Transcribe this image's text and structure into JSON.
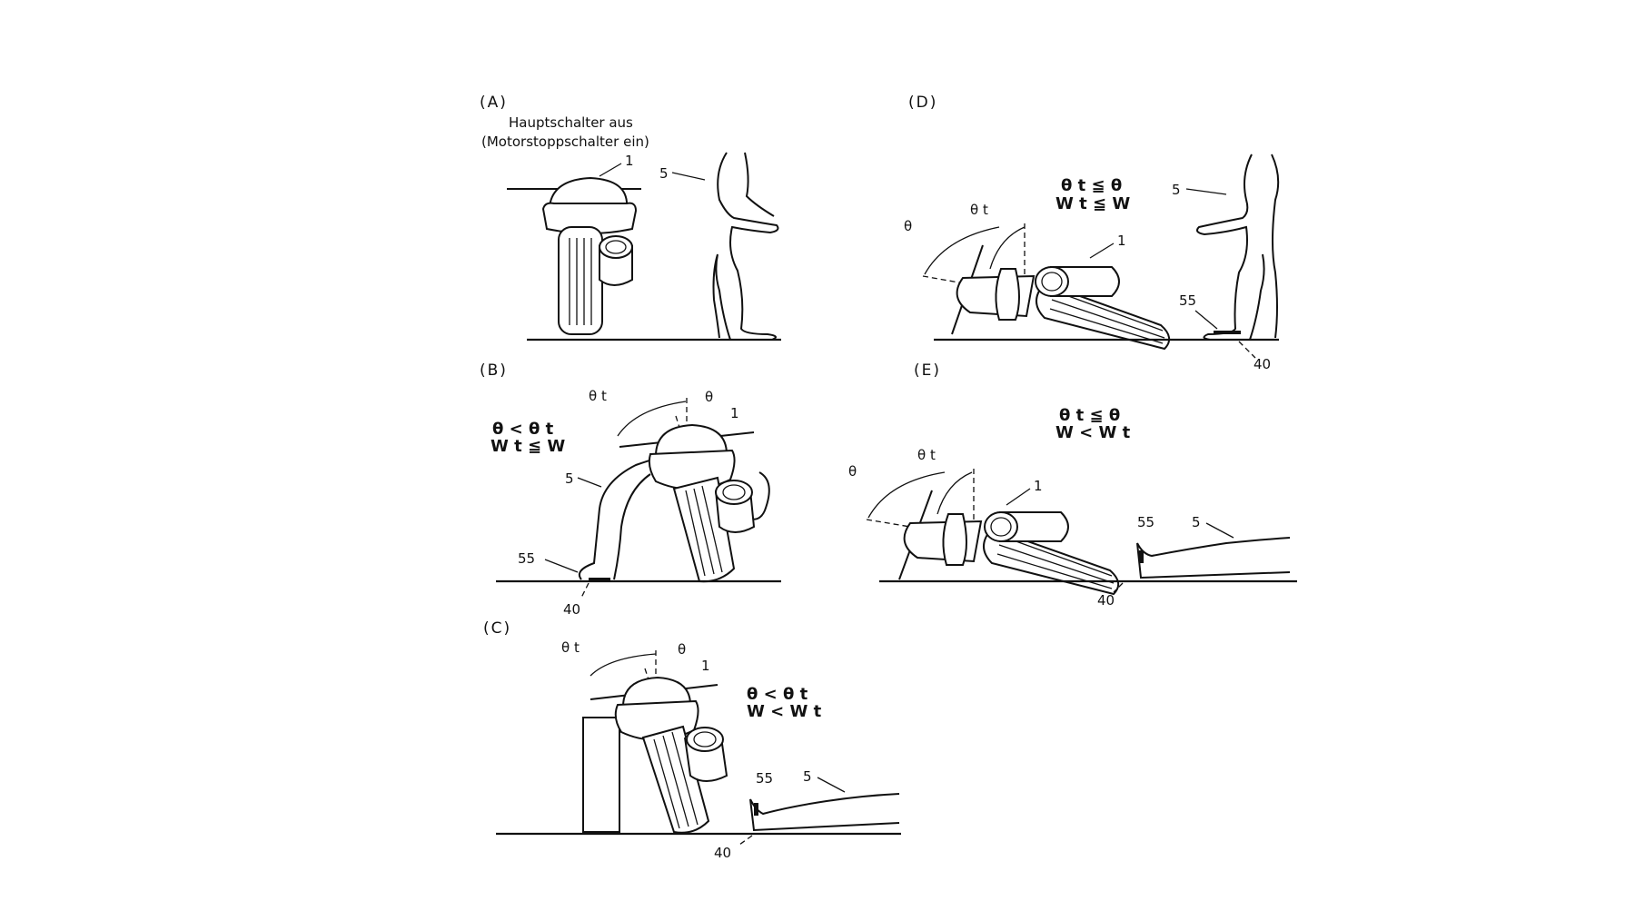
{
  "panels": {
    "A": {
      "caption": "(A)",
      "note_line1": "Hauptschalter aus",
      "note_line2": "(Motorstoppschalter ein)",
      "label_machine": "1",
      "label_person": "5"
    },
    "B": {
      "caption": "(B)",
      "label_theta_t": "θ t",
      "label_theta": "θ",
      "label_machine": "1",
      "cond_line1": "θ < θ t",
      "cond_line2": "W t ≦ W",
      "label_person": "5",
      "label_foot": "55",
      "label_sensor": "40"
    },
    "C": {
      "caption": "(C)",
      "label_theta_t": "θ t",
      "label_theta": "θ",
      "label_machine": "1",
      "cond_line1": "θ < θ t",
      "cond_line2": "W < W t",
      "label_foot": "55",
      "label_person": "5",
      "label_sensor": "40"
    },
    "D": {
      "caption": "(D)",
      "label_theta": "θ",
      "label_theta_t": "θ t",
      "label_machine": "1",
      "cond_line1": "θ t ≦ θ",
      "cond_line2": "W t ≦ W",
      "label_person": "5",
      "label_foot": "55",
      "label_sensor": "40"
    },
    "E": {
      "caption": "(E)",
      "label_theta": "θ",
      "label_theta_t": "θ t",
      "label_machine": "1",
      "cond_line1": "θ t ≦ θ",
      "cond_line2": "W < W t",
      "label_foot": "55",
      "label_person": "5",
      "label_sensor": "40"
    }
  }
}
